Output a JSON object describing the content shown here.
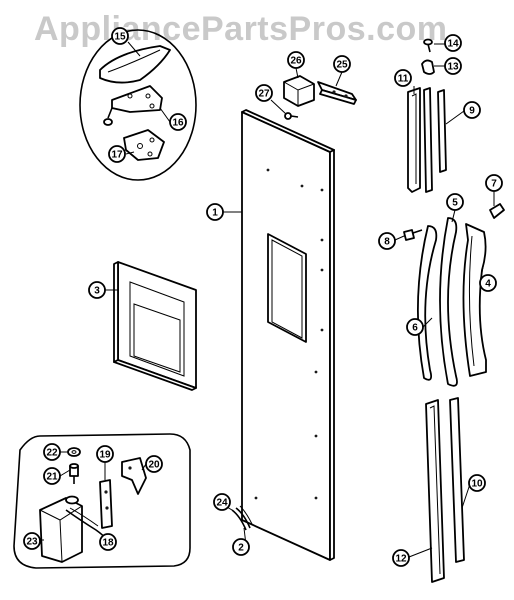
{
  "watermark": "AppliancePartsPros.com",
  "callouts": [
    {
      "id": "c1",
      "text": "1"
    },
    {
      "id": "c2",
      "text": "2"
    },
    {
      "id": "c3",
      "text": "3"
    },
    {
      "id": "c4",
      "text": "4"
    },
    {
      "id": "c5",
      "text": "5"
    },
    {
      "id": "c6",
      "text": "6"
    },
    {
      "id": "c7",
      "text": "7"
    },
    {
      "id": "c8",
      "text": "8"
    },
    {
      "id": "c9",
      "text": "9"
    },
    {
      "id": "c10",
      "text": "10"
    },
    {
      "id": "c11",
      "text": "11"
    },
    {
      "id": "c12",
      "text": "12"
    },
    {
      "id": "c13",
      "text": "13"
    },
    {
      "id": "c14",
      "text": "14"
    },
    {
      "id": "c15",
      "text": "15"
    },
    {
      "id": "c16",
      "text": "16"
    },
    {
      "id": "c17",
      "text": "17"
    },
    {
      "id": "c18",
      "text": "18"
    },
    {
      "id": "c19",
      "text": "19"
    },
    {
      "id": "c20",
      "text": "20"
    },
    {
      "id": "c21",
      "text": "21"
    },
    {
      "id": "c22",
      "text": "22"
    },
    {
      "id": "c23",
      "text": "23"
    },
    {
      "id": "c24",
      "text": "24"
    },
    {
      "id": "c25",
      "text": "25"
    },
    {
      "id": "c26",
      "text": "26"
    },
    {
      "id": "c27",
      "text": "27"
    }
  ]
}
